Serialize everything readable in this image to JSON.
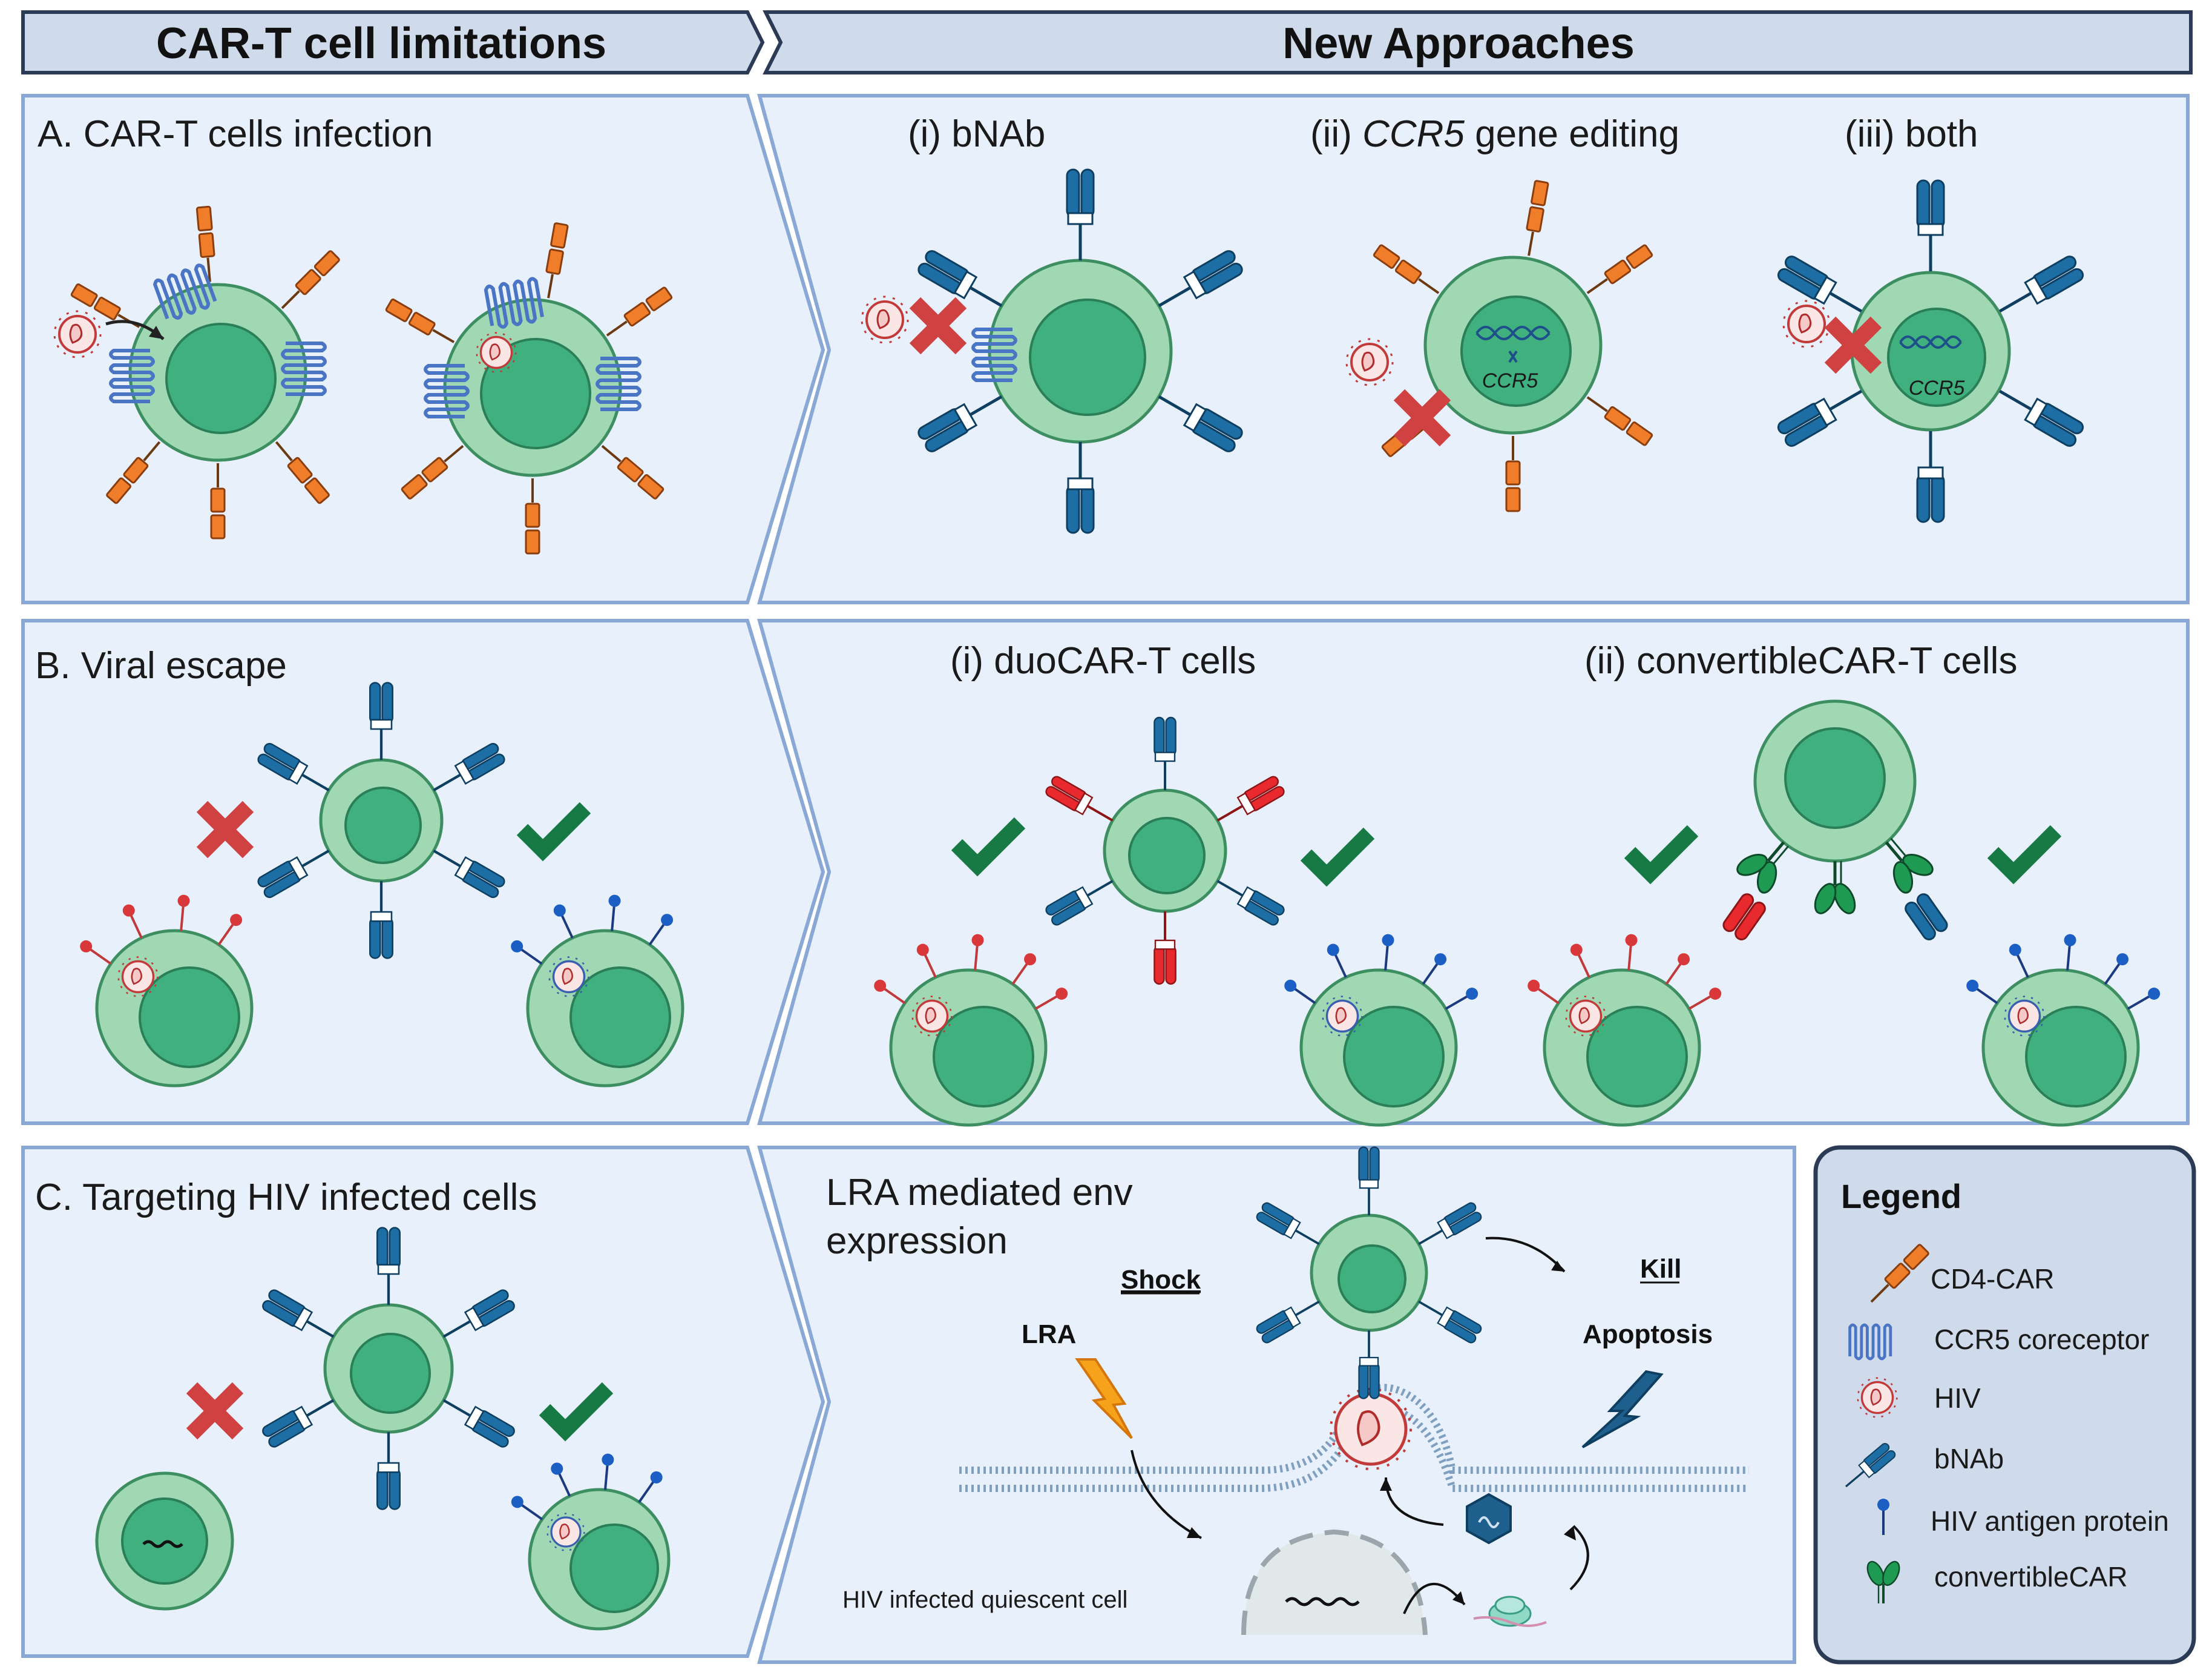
{
  "headers": {
    "limitations": "CAR-T cell limitations",
    "approaches": "New Approaches"
  },
  "rows": {
    "a": {
      "left_title": "A. CAR-T cells infection",
      "approach_1": "(i) bNAb",
      "approach_2_prefix": "(ii) ",
      "approach_2_gene": "CCR5",
      "approach_2_suffix": " gene editing",
      "approach_3": "(iii) both",
      "gene_label": "CCR5"
    },
    "b": {
      "left_title": "B. Viral escape",
      "approach_1": "(i) duoCAR-T cells",
      "approach_2": "(ii) convertibleCAR-T cells"
    },
    "c": {
      "left_title": "C. Targeting HIV infected cells",
      "right_title_line1": "LRA mediated env",
      "right_title_line2": "expression",
      "shock": "Shock",
      "kill": "Kill",
      "lra": "LRA",
      "apoptosis": "Apoptosis",
      "quiescent": "HIV infected quiescent cell"
    }
  },
  "legend": {
    "title": "Legend",
    "items": [
      {
        "label": "CD4-CAR",
        "icon": "cd4-car-icon"
      },
      {
        "label": "CCR5 coreceptor",
        "icon": "ccr5-icon"
      },
      {
        "label": "HIV",
        "icon": "hiv-icon"
      },
      {
        "label": "bNAb",
        "icon": "bnab-icon"
      },
      {
        "label": "HIV antigen protein",
        "icon": "antigen-icon"
      },
      {
        "label": "convertibleCAR",
        "icon": "convertible-car-icon"
      }
    ]
  },
  "colors": {
    "panel_fill": "#e8f1fb",
    "panel_stroke": "#8aa8d6",
    "header_fill": "#cfdaeb",
    "header_stroke": "#2b3a55",
    "cell_outer": "#9fd8b3",
    "cell_inner": "#3fb07e",
    "bnab": "#1c6ea4",
    "cd4car": "#ef7d2a",
    "cross": "#d04242",
    "check": "#177a45",
    "red_antigen": "#d9383b",
    "blue_antigen": "#1c5fc4"
  }
}
